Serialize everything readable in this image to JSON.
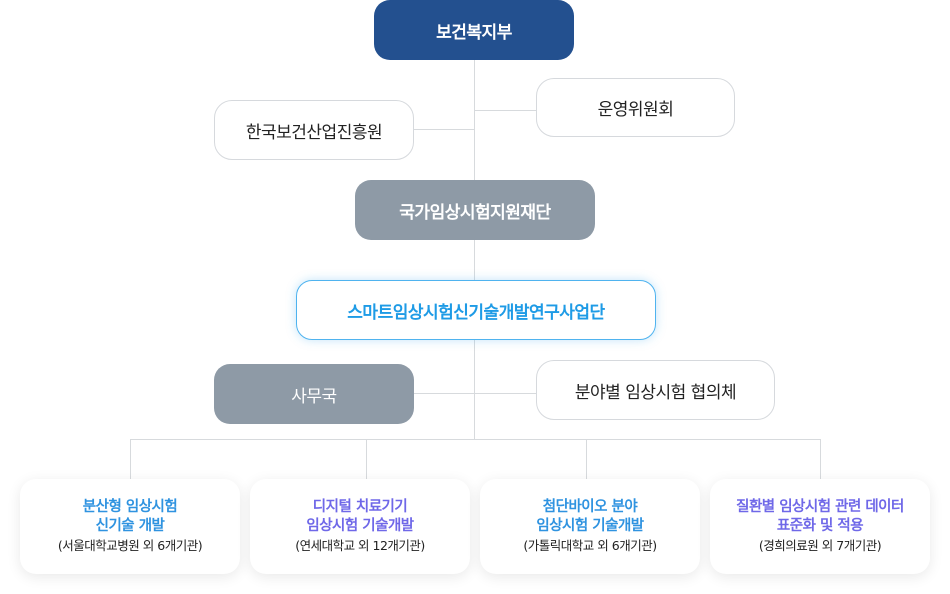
{
  "org": {
    "top": "보건복지부",
    "committee": "운영위원회",
    "kohi": "한국보건산업진흥원",
    "foundation": "국가임상시험지원재단",
    "program": "스마트임상시험신기술개발연구사업단",
    "office": "사무국",
    "council": "분야별 임상시험 협의체"
  },
  "projects": [
    {
      "title1": "분산형 임상시험",
      "title2": "신기술 개발",
      "institutions": "(서울대학교병원 외 6개기관)"
    },
    {
      "title1": "디지털 치료기기",
      "title2": "임상시험 기술개발",
      "institutions": "(연세대학교 외 12개기관)"
    },
    {
      "title1": "첨단바이오 분야",
      "title2": "임상시험 기술개발",
      "institutions": "(가톨릭대학교 외 6개기관)"
    },
    {
      "title1": "질환별 임상시험 관련 데이터",
      "title2": "표준화 및 적용",
      "institutions": "(경희의료원 외 7개기관)"
    }
  ],
  "colors": {
    "navy": "#23508f",
    "gray_box": "#8e9aa6",
    "highlight_blue": "#1e9be6",
    "purple_title": "#6f68e8"
  }
}
